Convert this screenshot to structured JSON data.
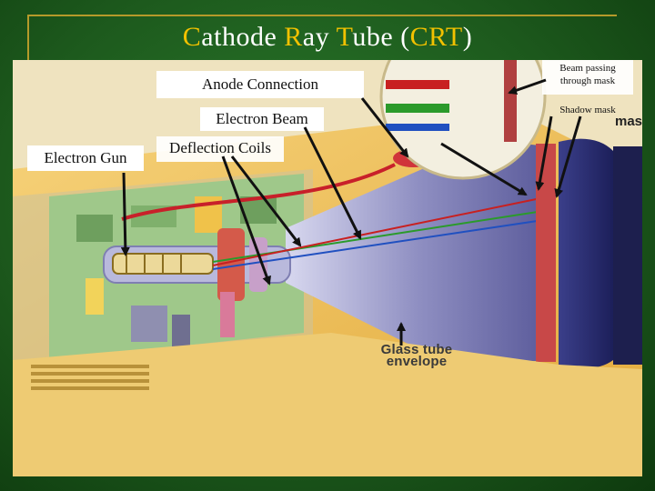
{
  "slide": {
    "title_parts": [
      {
        "text": "C",
        "highlight": true
      },
      {
        "text": "athode ",
        "highlight": false
      },
      {
        "text": "R",
        "highlight": true
      },
      {
        "text": "ay ",
        "highlight": false
      },
      {
        "text": "T",
        "highlight": true
      },
      {
        "text": "ube (",
        "highlight": false
      },
      {
        "text": "CRT",
        "highlight": true
      },
      {
        "text": ")",
        "highlight": false
      }
    ],
    "colors": {
      "background": "#1f5a1f",
      "title_text": "#ffffff",
      "title_highlight": "#f2c100",
      "arrow": "#111111"
    }
  },
  "labels": {
    "anode_connection": "Anode Connection",
    "electron_beam": "Electron Beam",
    "electron_gun": "Electron Gun",
    "deflection_coils": "Deflection Coils",
    "beam_passing_line1": "Beam passing",
    "beam_passing_line2": "through mask",
    "shadow_mask": "Shadow mask",
    "glass_tube_line1": "Glass tube",
    "glass_tube_line2": "envelope",
    "inset_mask_word": "mask"
  }
}
